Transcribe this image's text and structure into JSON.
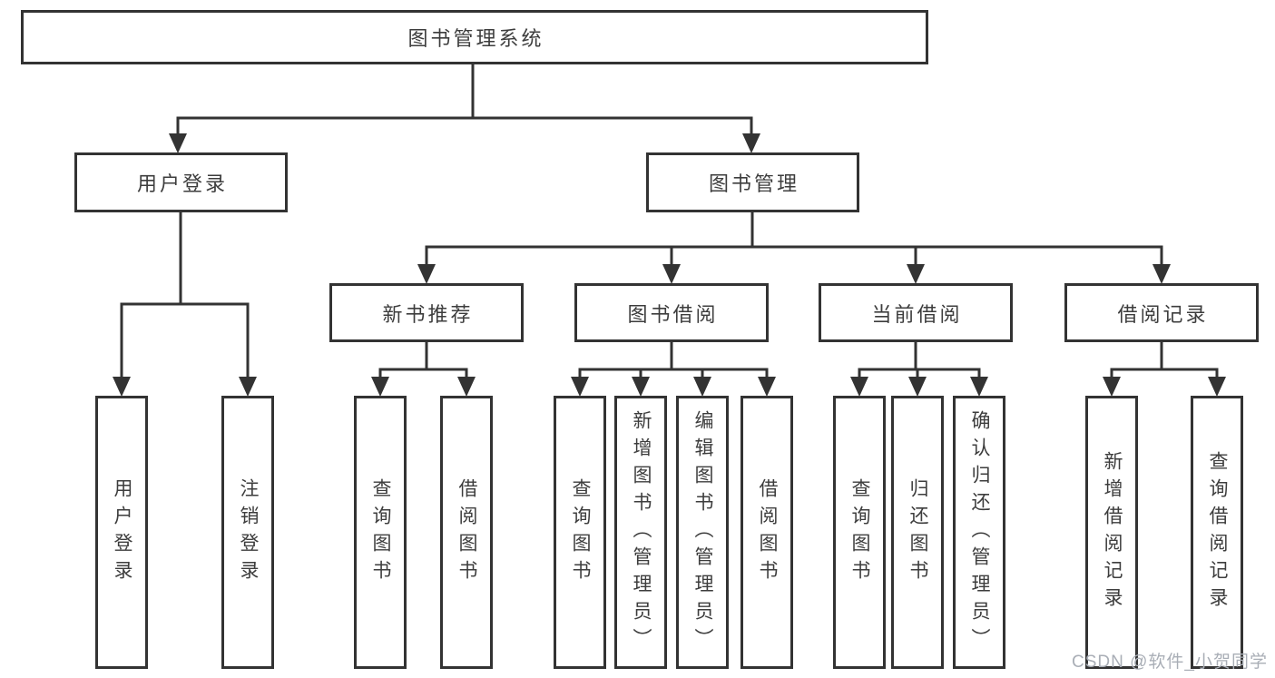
{
  "colors": {
    "line": "#333333",
    "text": "#3d3d3d",
    "watermark": "#a9aeb6",
    "background": "#ffffff"
  },
  "nodes": {
    "root": "图书管理系统",
    "user_login": "用户登录",
    "book_mgmt": "图书管理",
    "new_book_rec": "新书推荐",
    "book_borrow": "图书借阅",
    "current_borrow": "当前借阅",
    "borrow_records": "借阅记录",
    "leaf_user_login": "用户登录",
    "leaf_logout": "注销登录",
    "leaf_rec_query": "查询图书",
    "leaf_rec_borrow": "借阅图书",
    "leaf_bb_query": "查询图书",
    "leaf_bb_add": "新增图书（管理员）",
    "leaf_bb_edit": "编辑图书（管理员）",
    "leaf_bb_borrow": "借阅图书",
    "leaf_cb_query": "查询图书",
    "leaf_cb_return": "归还图书",
    "leaf_cb_confirm": "确认归还（管理员）",
    "leaf_br_add": "新增借阅记录",
    "leaf_br_query": "查询借阅记录"
  },
  "watermark": "CSDN @软件_小贺同学"
}
